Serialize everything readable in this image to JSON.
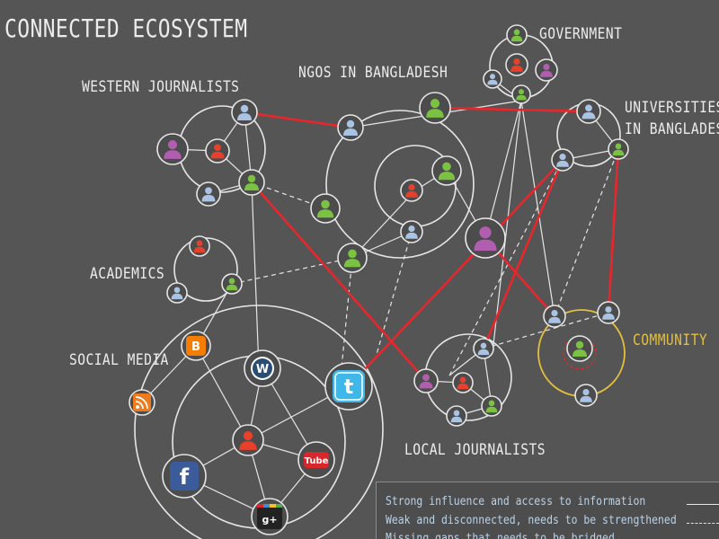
{
  "title": "CONNECTED ECOSYSTEM",
  "groups": {
    "government": "GOVERNMENT",
    "ngos": "NGOS IN BANGLADESH",
    "western_journalists": "WESTERN JOURNALISTS",
    "universities_line1": "UNIVERSITIES",
    "universities_line2": "IN BANGLADESH",
    "academics": "ACADEMICS",
    "social_media": "SOCIAL MEDIA",
    "community": "COMMUNITY",
    "local_journalists": "LOCAL JOURNALISTS"
  },
  "social_icons": {
    "blogger": "B",
    "wordpress": "W",
    "rss": "rss",
    "twitter": "t",
    "youtube": "Tube",
    "facebook": "f",
    "google_plus": "g+"
  },
  "legend": {
    "strong": "Strong influence and access to information",
    "weak": "Weak and disconnected, needs to be strengthened",
    "missing": "Missing gaps that needs to be bridged"
  },
  "colors": {
    "background": "#555556",
    "circle": "#e6e6e6",
    "strong_link": "#e8262b",
    "community": "#e3bf3c",
    "person_green": "#7cc242",
    "person_blue": "#a9c3e4",
    "person_red": "#e8402a",
    "person_purple": "#b15db0"
  }
}
